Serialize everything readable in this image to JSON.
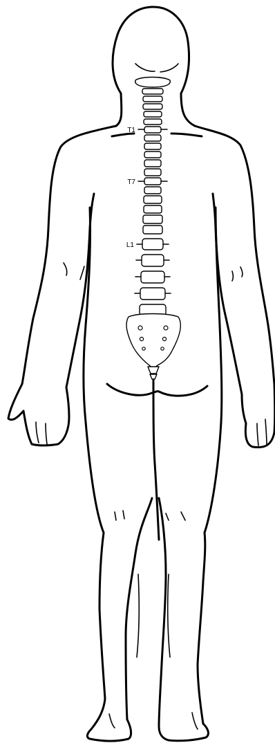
{
  "figure": {
    "view": "posterior",
    "line_color": "#000000",
    "background": "#ffffff"
  },
  "spine_labels": {
    "t1": "T1",
    "t7": "T7",
    "l1": "L1"
  }
}
